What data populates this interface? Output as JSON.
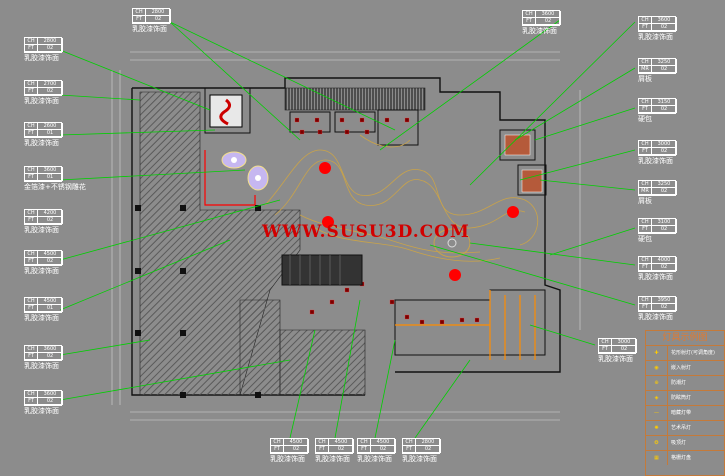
{
  "watermark": "WWW.SUSU3D.COM",
  "tags": {
    "t1": {
      "r1a": "CH",
      "r1b": "2800",
      "r2a": "FT",
      "r2b": "02",
      "label": "乳胶漆饰面"
    },
    "t2": {
      "r1a": "CH",
      "r1b": "2800",
      "r2a": "FT",
      "r2b": "02",
      "label": "乳胶漆饰面"
    },
    "t3": {
      "r1a": "CH",
      "r1b": "2700",
      "r2a": "FT",
      "r2b": "02",
      "label": "乳胶漆饰面"
    },
    "t4": {
      "r1a": "CH",
      "r1b": "2600",
      "r2a": "FT",
      "r2b": "01",
      "label": "乳胶漆饰面"
    },
    "t5": {
      "r1a": "CH",
      "r1b": "3600",
      "r2a": "FT",
      "r2b": "01",
      "label": "金箔漆+不锈钢雕花"
    },
    "t6": {
      "r1a": "CH",
      "r1b": "4200",
      "r2a": "FT",
      "r2b": "02",
      "label": "乳胶漆饰面"
    },
    "t7": {
      "r1a": "CH",
      "r1b": "4500",
      "r2a": "FT",
      "r2b": "02",
      "label": "乳胶漆饰面"
    },
    "t8": {
      "r1a": "CH",
      "r1b": "4500",
      "r2a": "FT",
      "r2b": "01",
      "label": "乳胶漆饰面"
    },
    "t9": {
      "r1a": "CH",
      "r1b": "3600",
      "r2a": "FT",
      "r2b": "02",
      "label": "乳胶漆饰面"
    },
    "t10": {
      "r1a": "CH",
      "r1b": "3600",
      "r2a": "FT",
      "r2b": "02",
      "label": "乳胶漆饰面"
    },
    "t11": {
      "r1a": "CH",
      "r1b": "3600",
      "r2a": "FT",
      "r2b": "02",
      "label": "乳胶漆饰面"
    },
    "t12": {
      "r1a": "CH",
      "r1b": "3600",
      "r2a": "FT",
      "r2b": "02",
      "label": "乳胶漆饰面"
    },
    "t13": {
      "r1a": "CH",
      "r1b": "3250",
      "r2a": "MR",
      "r2b": "02",
      "label": "屑板"
    },
    "t14": {
      "r1a": "CH",
      "r1b": "3150",
      "r2a": "FT",
      "r2b": "02",
      "label": "硬包"
    },
    "t15": {
      "r1a": "CH",
      "r1b": "3000",
      "r2a": "FT",
      "r2b": "02",
      "label": "乳胶漆饰面"
    },
    "t16": {
      "r1a": "CH",
      "r1b": "3250",
      "r2a": "MR",
      "r2b": "02",
      "label": "屑板"
    },
    "t17": {
      "r1a": "CH",
      "r1b": "3100",
      "r2a": "FT",
      "r2b": "02",
      "label": "硬包"
    },
    "t18": {
      "r1a": "CH",
      "r1b": "4000",
      "r2a": "FT",
      "r2b": "02",
      "label": "乳胶漆饰面"
    },
    "t19": {
      "r1a": "CH",
      "r1b": "3950",
      "r2a": "FT",
      "r2b": "02",
      "label": "乳胶漆饰面"
    },
    "t20": {
      "r1a": "CH",
      "r1b": "3000",
      "r2a": "FT",
      "r2b": "02",
      "label": "乳胶漆饰面"
    },
    "b1": {
      "r1a": "CH",
      "r1b": "4500",
      "r2a": "FT",
      "r2b": "02",
      "label": "乳胶漆饰面"
    },
    "b2": {
      "r1a": "CH",
      "r1b": "4500",
      "r2a": "FT",
      "r2b": "02",
      "label": "乳胶漆饰面"
    },
    "b3": {
      "r1a": "CH",
      "r1b": "4500",
      "r2a": "FT",
      "r2b": "02",
      "label": "乳胶漆饰面"
    },
    "b4": {
      "r1a": "CH",
      "r1b": "2800",
      "r2a": "FT",
      "r2b": "02",
      "label": "乳胶漆饰面"
    }
  },
  "legend": {
    "title": "灯具示例图",
    "rows": [
      {
        "sym": "✚",
        "text": "花形射灯(可调角度)"
      },
      {
        "sym": "◉",
        "text": "嵌入射灯"
      },
      {
        "sym": "⊕",
        "text": "防潮灯"
      },
      {
        "sym": "◈",
        "text": "防眩筒灯"
      },
      {
        "sym": "—",
        "text": "暗藏灯带"
      },
      {
        "sym": "✺",
        "text": "艺术吊灯"
      },
      {
        "sym": "❂",
        "text": "吸顶灯"
      },
      {
        "sym": "▦",
        "text": "格栅灯盘"
      }
    ]
  },
  "colors": {
    "background": "#8c8c8c",
    "leader": "#00d000",
    "wall": "#000000",
    "accent": "#ff0000",
    "text": "#ffffff"
  }
}
